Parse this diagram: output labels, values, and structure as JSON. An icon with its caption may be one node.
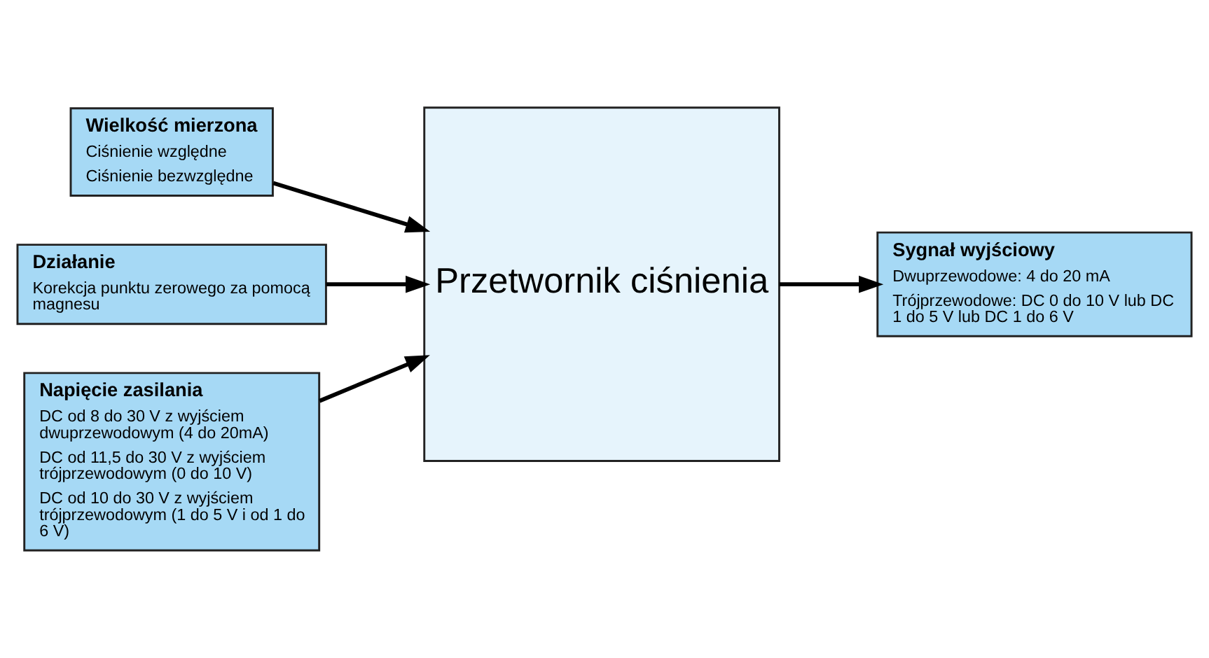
{
  "diagram": {
    "nodes": [
      {
        "text": [
          "Wielkość mierzona",
          "Ciśnienie względne",
          "Ciśnienie bezwzględne"
        ]
      },
      {
        "text": [
          "Działanie",
          "Korekcja punktu zerowego za pomocą magnesu"
        ]
      },
      {
        "text": [
          "Napięcie zasilania",
          "DC od 8 do 30 V z wyjściem dwuprzewodowym (4 do 20mA)",
          "DC od 11,5 do 30 V z wyjściem trójprzewodowym (0 do 10 V)",
          "DC od 10 do 30 V z wyjściem trójprzewodowym (1 do 5 V i od 1 do 6 V)"
        ]
      },
      {
        "text": [
          "Przetwornik ciśnienia"
        ]
      },
      {
        "text": [
          "Sygnał wyjściowy",
          "Dwuprzewodowe: 4 do 20 mA",
          "Trójprzewodowe: DC 0 do 10 V lub DC 1 do 5 V lub DC 1 do 6 V"
        ]
      }
    ],
    "edges": [
      {
        "from": 0,
        "to": 3,
        "arrow": "to"
      },
      {
        "from": 1,
        "to": 3,
        "arrow": "to"
      },
      {
        "from": 2,
        "to": 3,
        "arrow": "to"
      },
      {
        "from": 3,
        "to": 4,
        "arrow": "to"
      }
    ]
  }
}
